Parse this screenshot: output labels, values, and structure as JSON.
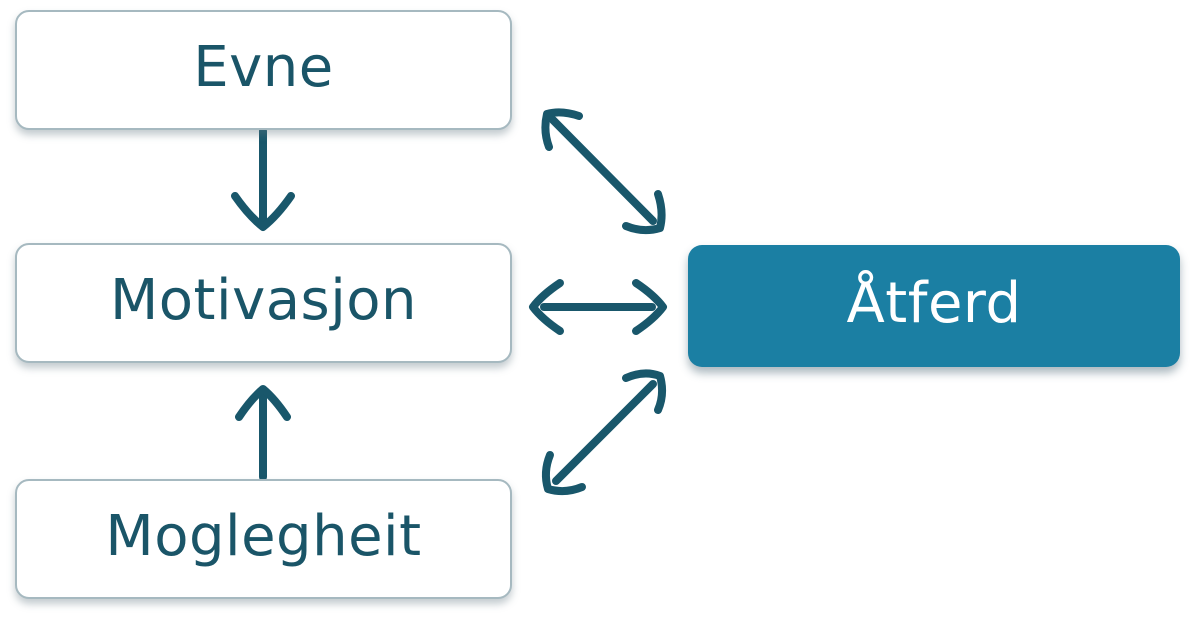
{
  "nodes": {
    "evne": {
      "label": "Evne"
    },
    "motivasjon": {
      "label": "Motivasjon"
    },
    "moglegheit": {
      "label": "Moglegheit"
    },
    "atferd": {
      "label": "Åtferd"
    }
  },
  "edges": [
    {
      "from": "Evne",
      "to": "Motivasjon",
      "direction": "one-way"
    },
    {
      "from": "Moglegheit",
      "to": "Motivasjon",
      "direction": "one-way"
    },
    {
      "from": "Evne",
      "to": "Åtferd",
      "direction": "two-way"
    },
    {
      "from": "Motivasjon",
      "to": "Åtferd",
      "direction": "two-way"
    },
    {
      "from": "Moglegheit",
      "to": "Åtferd",
      "direction": "two-way"
    }
  ],
  "colors": {
    "accent_fill": "#1b7fa3",
    "arrow_stroke": "#19576b",
    "box_border": "#a6b9c0",
    "box_text": "#1a5568",
    "filled_box_text": "#ffffff",
    "background": "#ffffff"
  }
}
